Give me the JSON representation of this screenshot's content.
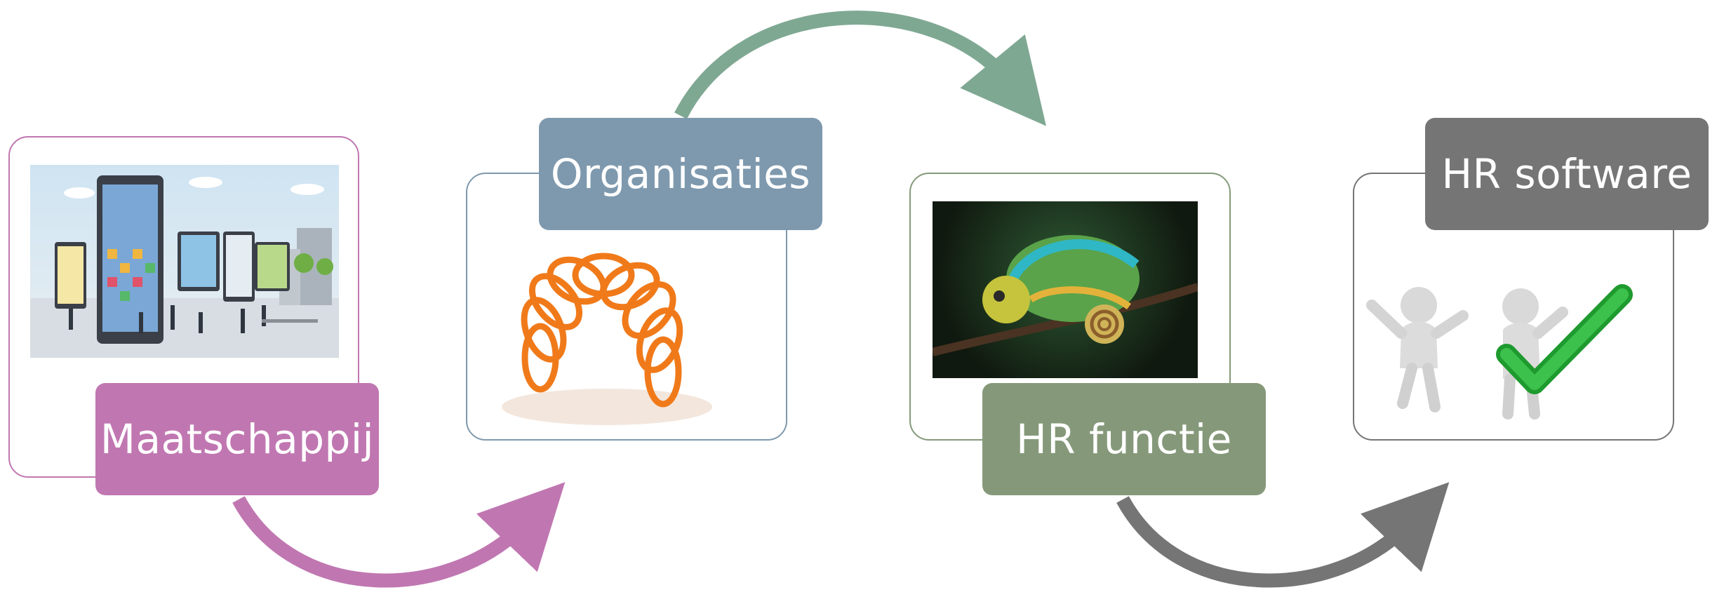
{
  "steps": [
    {
      "label": "Maatschappij",
      "color": "#c077b1",
      "image": "city-tablets-illustration"
    },
    {
      "label": "Organisaties",
      "color": "#7e99ae",
      "image": "orange-spring-photo"
    },
    {
      "label": "HR functie",
      "color": "#85997a",
      "image": "chameleon-photo"
    },
    {
      "label": "HR software",
      "color": "#757575",
      "image": "figures-checkmark-illustration"
    }
  ],
  "arrow_colors": [
    "#c077b1",
    "#7fa893",
    "#757575"
  ]
}
